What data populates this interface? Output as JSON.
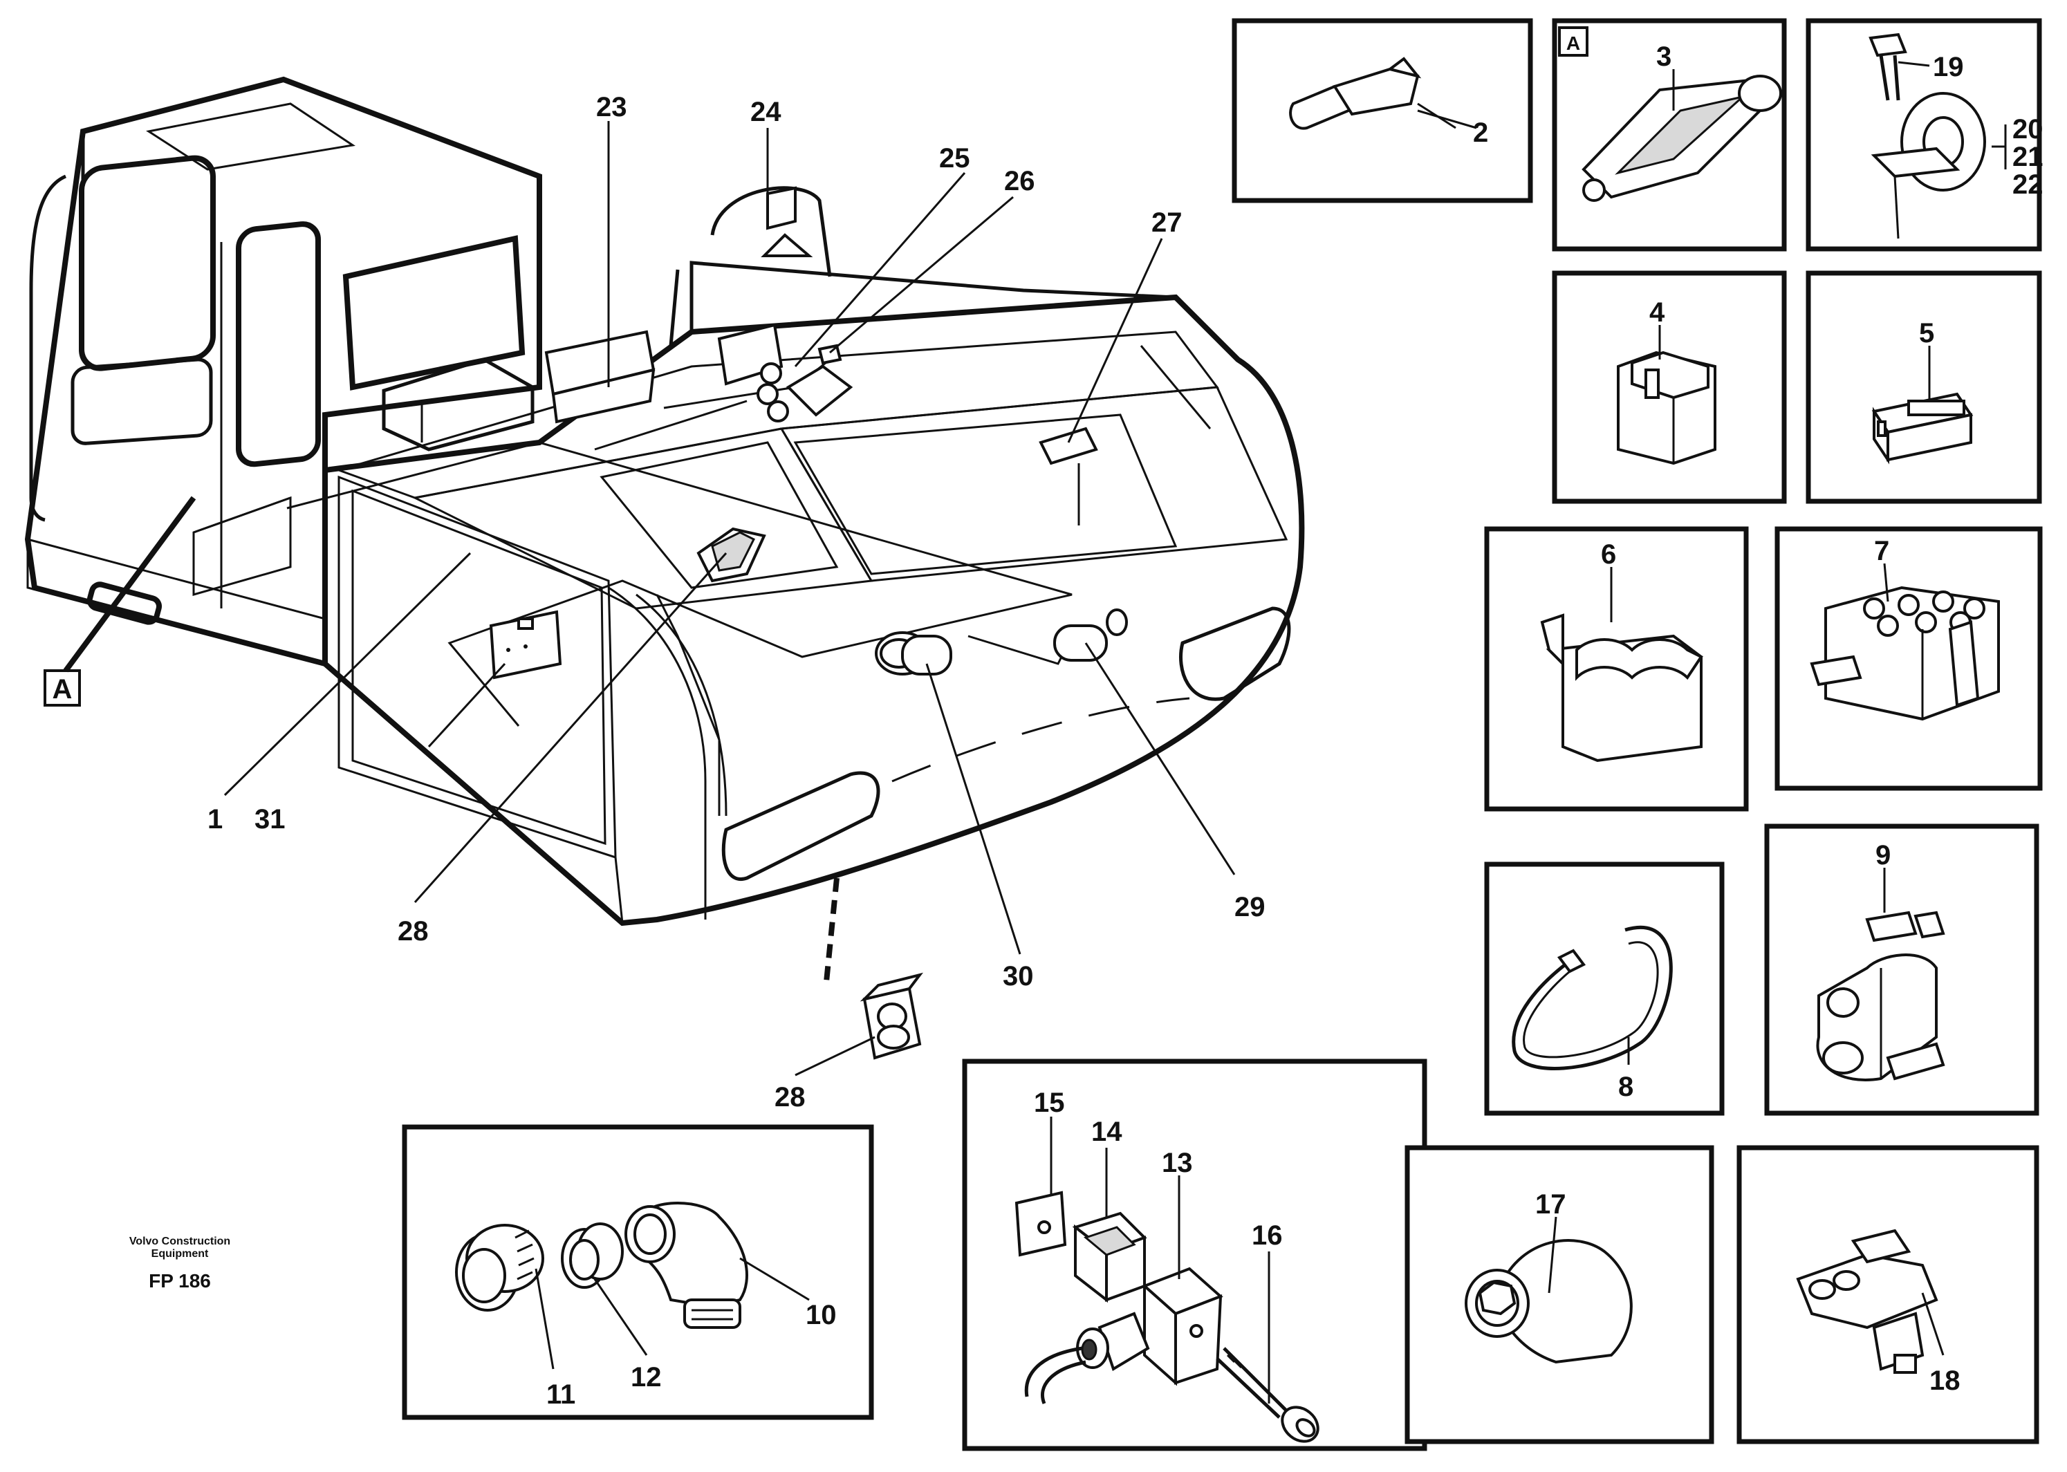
{
  "callouts": {
    "c1": "1",
    "c2": "2",
    "c3": "3",
    "c4": "4",
    "c5": "5",
    "c6": "6",
    "c7": "7",
    "c8": "8",
    "c9": "9",
    "c10": "10",
    "c11": "11",
    "c12": "12",
    "c13": "13",
    "c14": "14",
    "c15": "15",
    "c16": "16",
    "c17": "17",
    "c18": "18",
    "c19": "19",
    "c20": "20",
    "c21": "21",
    "c22": "22",
    "c23": "23",
    "c24": "24",
    "c25": "25",
    "c26": "26",
    "c27": "27",
    "c28a": "28",
    "c28b": "28",
    "c29": "29",
    "c30": "30",
    "c31": "31"
  },
  "view_markers": {
    "main": "A",
    "inset": "A"
  },
  "footer": {
    "company_line1": "Volvo Construction",
    "company_line2": "Equipment",
    "figure_code": "FP 186"
  }
}
